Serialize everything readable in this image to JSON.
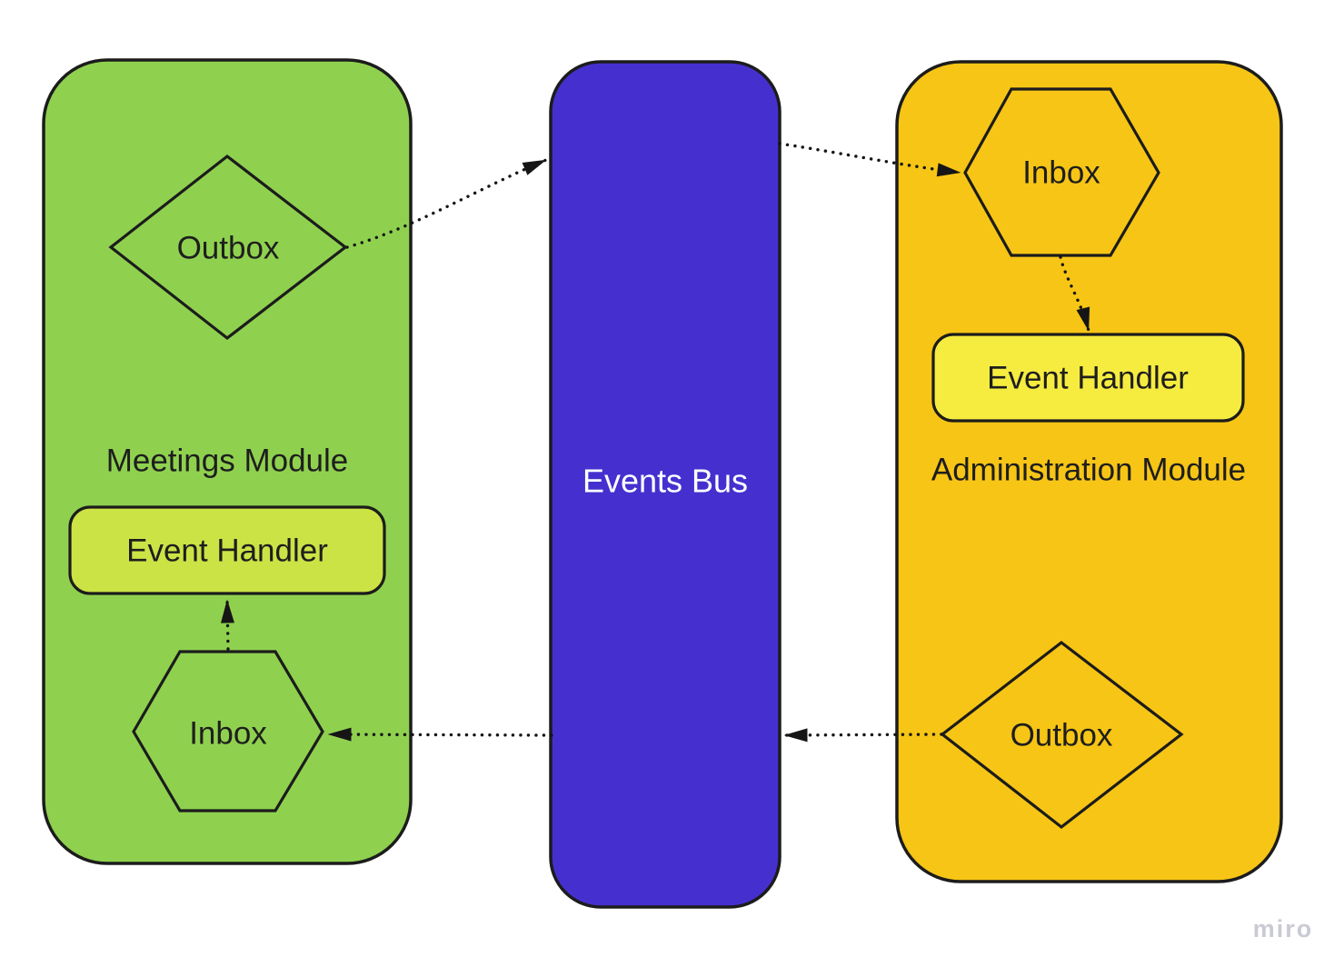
{
  "diagram": {
    "modules": {
      "meetings": {
        "title": "Meetings Module",
        "outbox_label": "Outbox",
        "inbox_label": "Inbox",
        "event_handler_label": "Event Handler"
      },
      "events_bus": {
        "title": "Events Bus"
      },
      "administration": {
        "title": "Administration Module",
        "outbox_label": "Outbox",
        "inbox_label": "Inbox",
        "event_handler_label": "Event Handler"
      }
    },
    "connections": [
      {
        "from": "meetings-outbox",
        "to": "events-bus"
      },
      {
        "from": "events-bus",
        "to": "administration-inbox"
      },
      {
        "from": "administration-inbox",
        "to": "administration-event-handler"
      },
      {
        "from": "administration-outbox",
        "to": "events-bus"
      },
      {
        "from": "events-bus",
        "to": "meetings-inbox"
      },
      {
        "from": "meetings-inbox",
        "to": "meetings-event-handler"
      }
    ],
    "colors": {
      "meetings_module_fill": "#8FD14F",
      "events_bus_fill": "#4530CF",
      "administration_module_fill": "#F7C515",
      "meetings_event_handler_fill": "#CBE345",
      "administration_event_handler_fill": "#F6EC40",
      "outline": "#1C1C1C",
      "bus_text": "#FFFFFF"
    },
    "watermark": "miro"
  }
}
